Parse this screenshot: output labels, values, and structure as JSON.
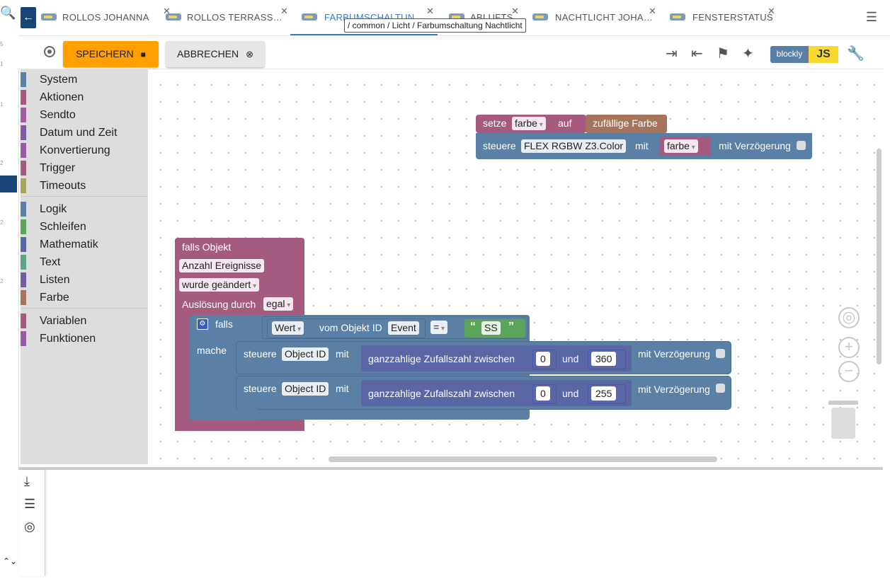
{
  "left_strip": {
    "search_icon": "🔍",
    "numbers": [
      "5",
      "1",
      "1",
      "2",
      "2",
      "2"
    ],
    "updown_icon": "⌃⌄"
  },
  "tabs": [
    {
      "label": "ROLLOS JOHANNA",
      "active": false
    },
    {
      "label": "ROLLOS TERRASS…",
      "active": false
    },
    {
      "label": "FARBUMSCHALTUN…",
      "active": true
    },
    {
      "label": "ABLUFTS…",
      "active": false
    },
    {
      "label": "NACHTLICHT JOHA…",
      "active": false
    },
    {
      "label": "FENSTERSTATUS",
      "active": false
    }
  ],
  "tooltip": "/ common / Licht / Farbumschaltung Nachtlicht",
  "toolbar": {
    "save_label": "SPEICHERN",
    "cancel_label": "ABBRECHEN",
    "blockly_label": "blockly",
    "js_label": "JS"
  },
  "toolbox": {
    "groups": [
      [
        {
          "label": "System",
          "color": "#5b80a5"
        },
        {
          "label": "Aktionen",
          "color": "#a55b80"
        },
        {
          "label": "Sendto",
          "color": "#a55ba5"
        },
        {
          "label": "Datum und Zeit",
          "color": "#805ba5"
        },
        {
          "label": "Konvertierung",
          "color": "#995ba5"
        },
        {
          "label": "Trigger",
          "color": "#a55b80"
        },
        {
          "label": "Timeouts",
          "color": "#a5a55b"
        }
      ],
      [
        {
          "label": "Logik",
          "color": "#5b80a5"
        },
        {
          "label": "Schleifen",
          "color": "#5ba55b"
        },
        {
          "label": "Mathematik",
          "color": "#5b67a5"
        },
        {
          "label": "Text",
          "color": "#5ba58c"
        },
        {
          "label": "Listen",
          "color": "#745ba5"
        },
        {
          "label": "Farbe",
          "color": "#a5745b"
        }
      ],
      [
        {
          "label": "Variablen",
          "color": "#a55b80"
        },
        {
          "label": "Funktionen",
          "color": "#995ba5"
        }
      ]
    ]
  },
  "blocks": {
    "set_var": {
      "setze": "setze",
      "var": "farbe",
      "auf": "auf",
      "value": "zufällige Farbe"
    },
    "control1": {
      "steuere": "steuere",
      "target": "FLEX RGBW Z3.Color",
      "mit": "mit",
      "var": "farbe",
      "delay": "mit Verzögerung"
    },
    "trigger": {
      "falls_objekt": "falls Objekt",
      "object": "Anzahl Ereignisse",
      "condition": "wurde geändert",
      "ausloesung": "Auslösung durch",
      "by": "egal"
    },
    "if_block": {
      "falls": "falls",
      "mache": "mache",
      "wert": "Wert",
      "vom_objekt": "vom Objekt ID",
      "event": "Event",
      "op": "=",
      "text": "SS"
    },
    "control2": {
      "steuere": "steuere",
      "target": "Object ID",
      "mit": "mit",
      "rand": "ganzzahlige Zufallszahl zwischen",
      "from": "0",
      "und": "und",
      "to": "360",
      "delay": "mit Verzögerung"
    },
    "control3": {
      "steuere": "steuere",
      "target": "Object ID",
      "mit": "mit",
      "rand": "ganzzahlige Zufallszahl zwischen",
      "from": "0",
      "und": "und",
      "to": "255",
      "delay": "mit Verzögerung"
    }
  },
  "colors": {
    "accent": "#ff9f00",
    "active_tab": "#3a78c2",
    "block_purple": "#a55b80",
    "block_blue": "#5b80a5",
    "block_brown": "#a5745b",
    "block_math": "#5b67a5",
    "block_text": "#5ba55b"
  }
}
